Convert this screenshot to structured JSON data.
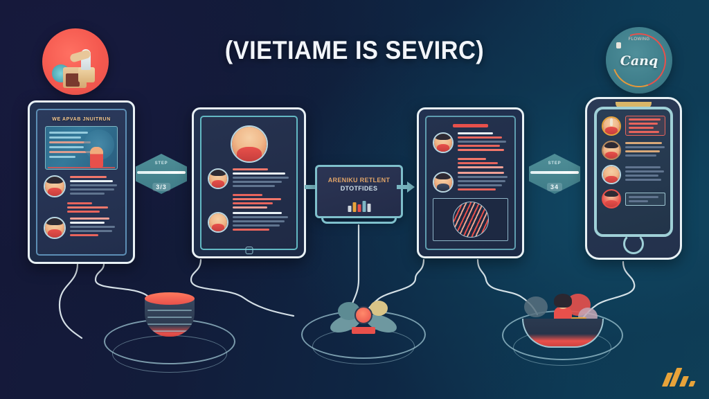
{
  "meta": {
    "title": "(VIETIAME IS SEVIRC)",
    "background_dark": "#16183a",
    "background_teal": "#0f4058",
    "accent_red": "#e8504b",
    "accent_teal": "#4f8e97",
    "accent_gold": "#e8a33a",
    "frame_white": "#e8f1f5"
  },
  "badges": {
    "left": {
      "name": "left-circle-illustration",
      "color": "#f4594f",
      "caption": ""
    },
    "right": {
      "name": "right-circle-logo",
      "color": "#3e7d8a",
      "script_text": "Canq",
      "top_text": "FLOWING"
    }
  },
  "devices": [
    {
      "name": "tablet-landing",
      "header": "WE APVAB JNUITRUN",
      "hero_lines": [
        62,
        52,
        44,
        58,
        40
      ],
      "list": [
        {
          "avatar": "avatar-red-hair",
          "lines": [
            "salmon",
            "white",
            "slate",
            "slate",
            "slate"
          ]
        },
        {
          "avatar": "avatar-dark-hair",
          "lines": [
            "lightred",
            "white",
            "slate",
            "slate",
            "red"
          ]
        }
      ]
    },
    {
      "name": "tablet-profile",
      "hero_avatar": "avatar-blonde-large",
      "list": [
        {
          "avatar": "avatar-dark-hair",
          "lines": [
            "salmon",
            "white",
            "slate",
            "slate",
            "red"
          ]
        },
        {
          "avatar": "avatar-blonde",
          "lines": [
            "lightred",
            "white",
            "slate",
            "slate",
            "red"
          ]
        }
      ]
    },
    {
      "name": "tablet-feed",
      "top_chip": "",
      "list": [
        {
          "avatar": "avatar-dark-hair",
          "lines": [
            "white",
            "red",
            "slate",
            "red",
            "salmon"
          ]
        },
        {
          "avatar": "avatar-dark-hair",
          "lines": [
            "lightred",
            "slate",
            "slate",
            "slate",
            "red"
          ]
        }
      ],
      "framed_image": "spiral-graphic"
    },
    {
      "name": "phone-list",
      "rows": [
        {
          "avatar": "avatar-bottle",
          "style": "card",
          "lines": [
            "red",
            "red",
            "red",
            "red"
          ]
        },
        {
          "avatar": "avatar-dark",
          "style": "plain",
          "lines": [
            "tan",
            "slate",
            "tan",
            "slate"
          ]
        },
        {
          "avatar": "avatar-face",
          "style": "plain",
          "lines": [
            "slate",
            "slate",
            "slate",
            "slate"
          ]
        },
        {
          "avatar": "avatar-red",
          "style": "box",
          "lines": [
            "slate",
            "slate"
          ]
        }
      ]
    }
  ],
  "monitor": {
    "name": "center-monitor",
    "line1": "ARENIKU RETLENT",
    "line2": "DTOTFIDES",
    "objects": [
      9,
      14,
      11,
      16,
      12
    ]
  },
  "step_badges": [
    {
      "name": "step-badge-1",
      "top_label": "STEP",
      "number": "3/3"
    },
    {
      "name": "step-badge-2",
      "top_label": "STEP",
      "number": "34"
    }
  ],
  "bottom_illustrations": [
    {
      "name": "database-cylinder-illustration",
      "color": "#e8504b"
    },
    {
      "name": "flower-figure-illustration",
      "color": "#6e98a0"
    },
    {
      "name": "person-in-bowl-illustration",
      "color": "#e8504b"
    }
  ],
  "watermark": {
    "name": "brand-watermark",
    "color": "#e8a33a"
  }
}
